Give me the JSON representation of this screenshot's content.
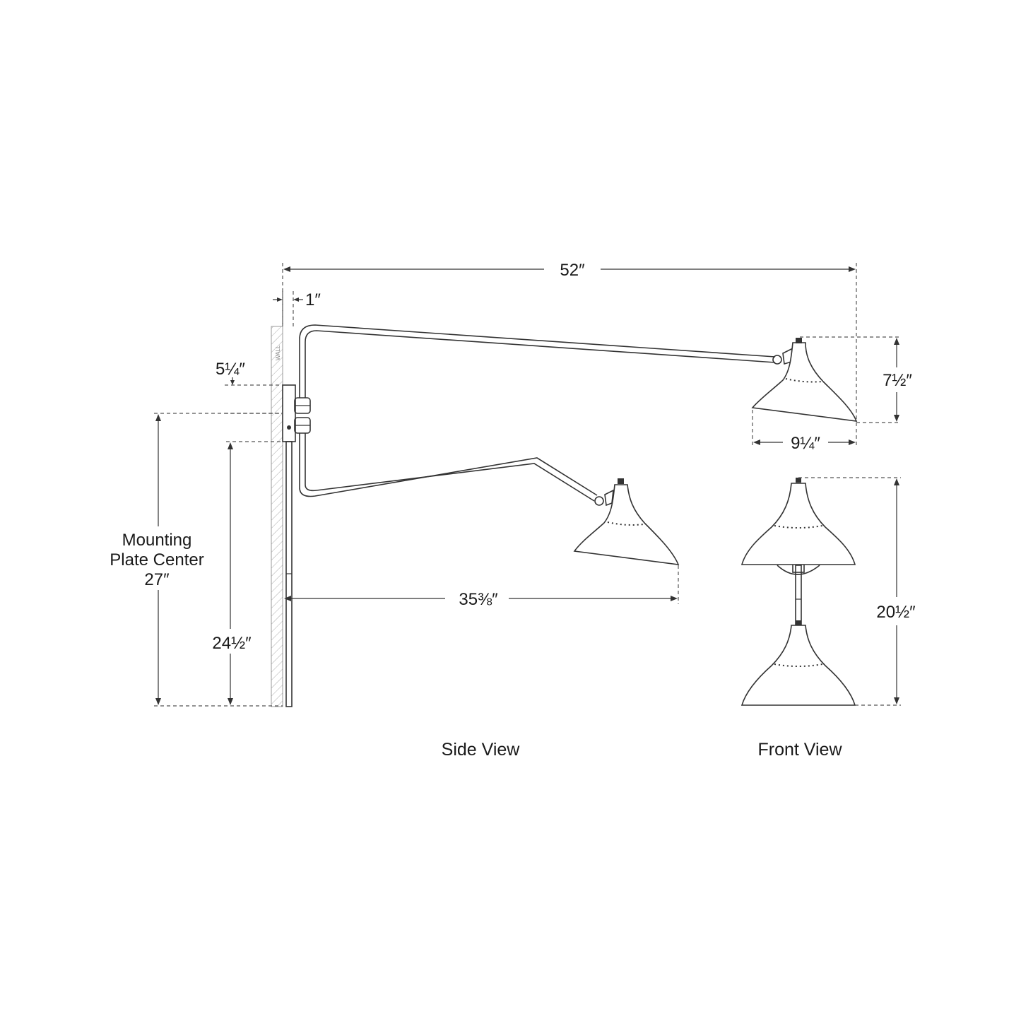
{
  "dimensions": {
    "overall_extension": "52″",
    "wall_offset": "1″",
    "plate_top": "5¼″",
    "shade_height": "7½″",
    "shade_width": "9¼″",
    "lower_extension": "35⅜″",
    "floor_to_bottom": "24½″",
    "front_height": "20½″"
  },
  "mounting_label": {
    "line1": "Mounting",
    "line2": "Plate Center",
    "line3": "27″"
  },
  "wall_label": "WALL",
  "views": {
    "side": "Side View",
    "front": "Front View"
  }
}
